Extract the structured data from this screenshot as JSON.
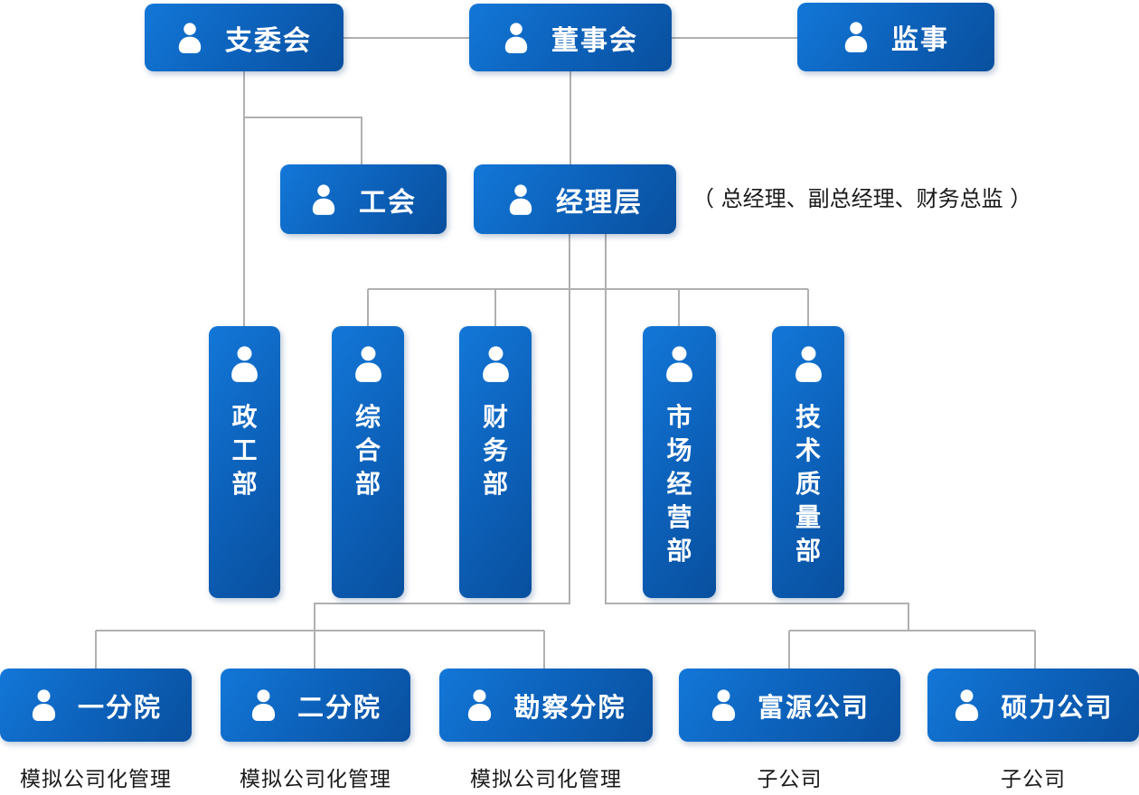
{
  "colors": {
    "box-grad-start": "#1377d8",
    "box-grad-mid": "#0c60b8",
    "box-grad-end": "#094f9e",
    "connector": "#b0b0b0",
    "box-text": "#ffffff",
    "label-text": "#1a1a1a",
    "background": "#ffffff"
  },
  "chart": {
    "top_row": [
      {
        "label": "支委会"
      },
      {
        "label": "董事会"
      },
      {
        "label": "监事"
      }
    ],
    "middle_row": {
      "union": {
        "label": "工会"
      },
      "management": {
        "label": "经理层",
        "note": "（ 总经理、副总经理、财务总监 ）"
      }
    },
    "departments": [
      {
        "label": "政工部"
      },
      {
        "label": "综合部"
      },
      {
        "label": "财务部"
      },
      {
        "label": "市场经营部"
      },
      {
        "label": "技术质量部"
      }
    ],
    "bottom_row": [
      {
        "label": "一分院",
        "sublabel": "模拟公司化管理"
      },
      {
        "label": "二分院",
        "sublabel": "模拟公司化管理"
      },
      {
        "label": "勘察分院",
        "sublabel": "模拟公司化管理"
      },
      {
        "label": "富源公司",
        "sublabel": "子公司"
      },
      {
        "label": "硕力公司",
        "sublabel": "子公司"
      }
    ]
  }
}
